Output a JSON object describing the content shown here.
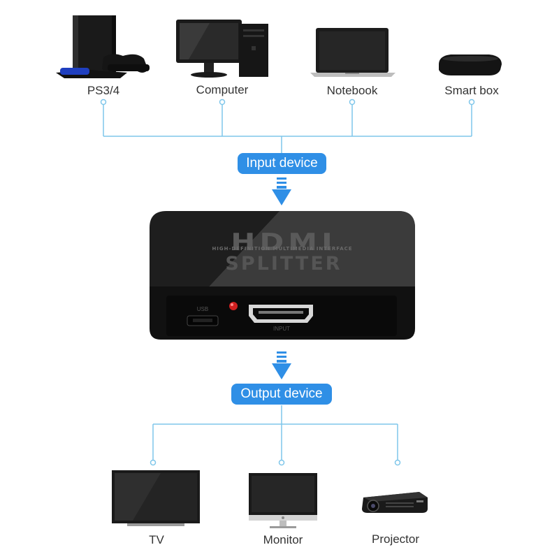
{
  "colors": {
    "accent": "#2f8fe6",
    "line": "#7ec6ea",
    "text": "#333333",
    "device_body": "#1c1c1c",
    "indicator_led": "#d02020"
  },
  "inputs": {
    "pill_label": "Input device",
    "devices": [
      {
        "label": "PS3/4",
        "icon": "game-console-icon"
      },
      {
        "label": "Computer",
        "icon": "desktop-computer-icon"
      },
      {
        "label": "Notebook",
        "icon": "laptop-icon"
      },
      {
        "label": "Smart box",
        "icon": "tv-box-icon"
      }
    ]
  },
  "splitter": {
    "brand": "HDMI",
    "brand_subtitle": "HIGH-DEFINITION MULTIMEDIA INTERFACE",
    "product": "SPLITTER",
    "port_usb_label": "USB",
    "port_input_label": "INPUT"
  },
  "outputs": {
    "pill_label": "Output device",
    "devices": [
      {
        "label": "TV",
        "icon": "tv-icon"
      },
      {
        "label": "Monitor",
        "icon": "monitor-icon"
      },
      {
        "label": "Projector",
        "icon": "projector-icon"
      }
    ]
  }
}
